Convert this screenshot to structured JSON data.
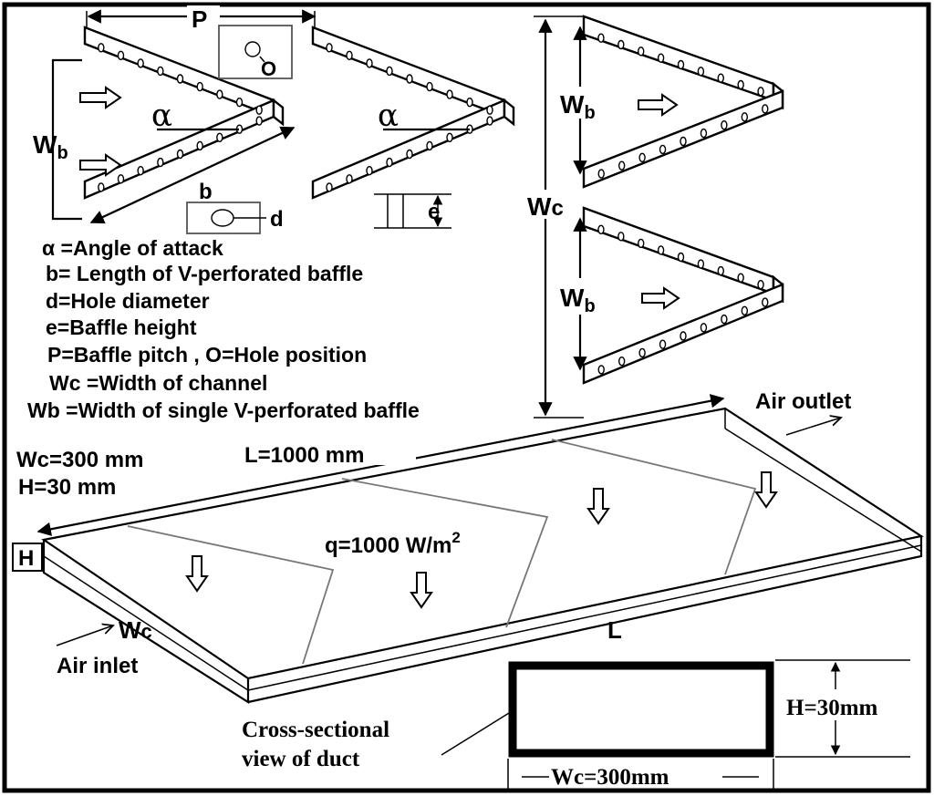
{
  "labels": {
    "P": "P",
    "O": "O",
    "alpha": "α",
    "Wb": "Wb",
    "b": "b",
    "d": "d",
    "e": "e",
    "Wc": "Wc",
    "H": "H",
    "L": "L"
  },
  "legend": [
    "α =Angle of attack",
    "b= Length of V-perforated baffle",
    "d=Hole diameter",
    "e=Baffle height",
    "P=Baffle pitch  , O=Hole position",
    "Wc =Width of channel",
    "Wb =Width of single V-perforated baffle"
  ],
  "duct": {
    "width_label": "Wc=300 mm",
    "height_label": "H=30 mm",
    "length_label": "L=1000 mm",
    "heat_flux": "q=1000 W/m",
    "heat_flux_exp": "2",
    "inlet": "Air inlet",
    "outlet": "Air outlet"
  },
  "cross_section": {
    "caption_line1": "Cross-sectional",
    "caption_line2": "view of duct",
    "height": "H=30mm",
    "width": "Wc=300mm"
  }
}
